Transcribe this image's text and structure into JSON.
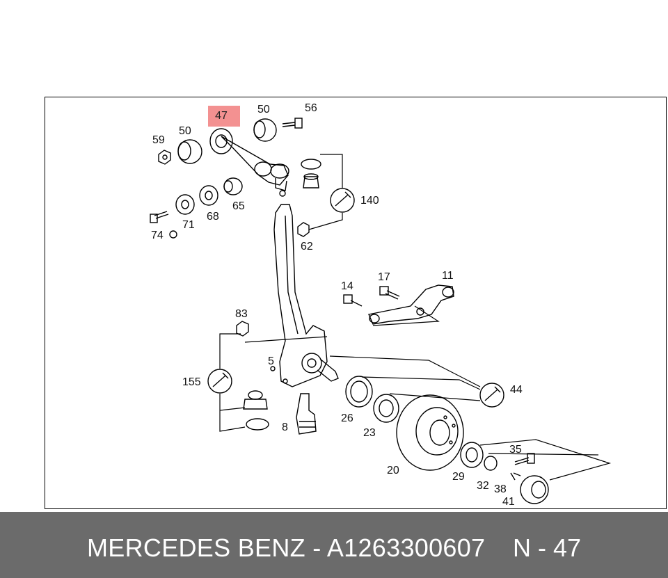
{
  "highlight": {
    "label": "47",
    "color": "#f28b8b"
  },
  "callouts": {
    "c50a": "50",
    "c50b": "50",
    "c56": "56",
    "c59": "59",
    "c140": "140",
    "c65": "65",
    "c71": "71",
    "c68": "68",
    "c74": "74",
    "c62": "62",
    "c17": "17",
    "c11": "11",
    "c14": "14",
    "c83": "83",
    "c5": "5",
    "c155": "155",
    "c44": "44",
    "c26": "26",
    "c8": "8",
    "c23": "23",
    "c35": "35",
    "c20": "20",
    "c29": "29",
    "c32": "32",
    "c38": "38",
    "c41": "41"
  },
  "footer": {
    "text": "MERCEDES BENZ - A1263300607",
    "ref": "N - 47"
  },
  "colors": {
    "footer_bg": "#6b6b6b",
    "footer_fg": "#ffffff"
  }
}
